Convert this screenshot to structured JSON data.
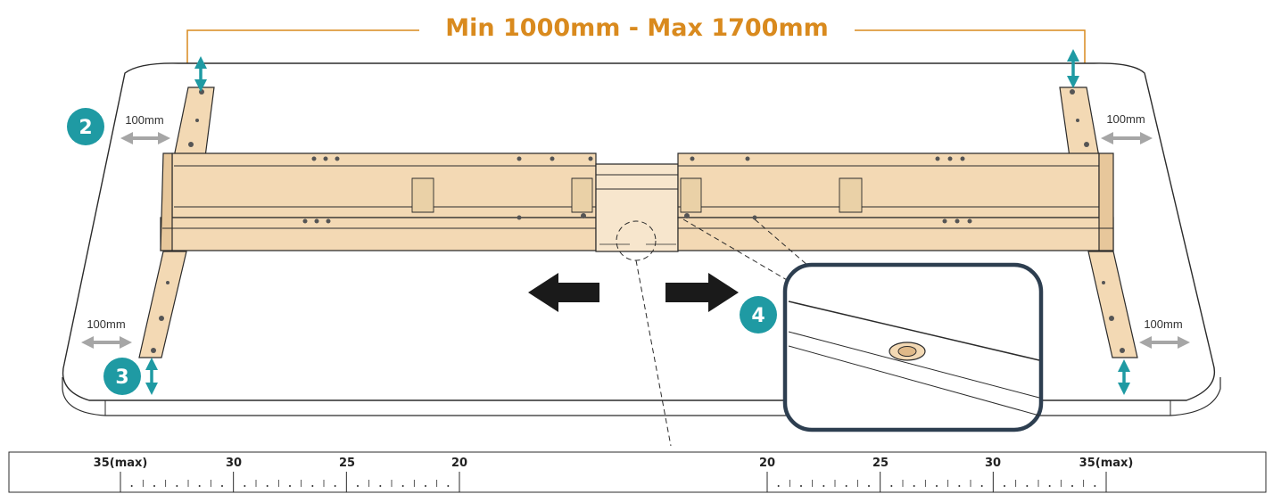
{
  "title": "Min 1000mm - Max 1700mm",
  "offset_labels": {
    "top_left": "100mm",
    "top_right": "100mm",
    "bottom_left": "100mm",
    "bottom_right": "100mm"
  },
  "step_badges": {
    "left_top": "2",
    "left_bottom": "3",
    "right_detail": "4"
  },
  "scale_left": {
    "labels": [
      "35(max)",
      "30",
      "25",
      "20"
    ]
  },
  "scale_right": {
    "labels": [
      "20",
      "25",
      "30",
      "35(max)"
    ]
  },
  "colors": {
    "accent": "#d98a1e",
    "teal": "#1f9aa3",
    "frame_wood": "#f3d9b4",
    "frame_outline": "#2b2b2b",
    "callout_border": "#2d3e50",
    "gray_arrow": "#a6a6a6"
  },
  "icons": [
    "double-arrow-vertical-icon",
    "double-arrow-horizontal-icon",
    "arrow-left-icon",
    "arrow-right-icon"
  ]
}
